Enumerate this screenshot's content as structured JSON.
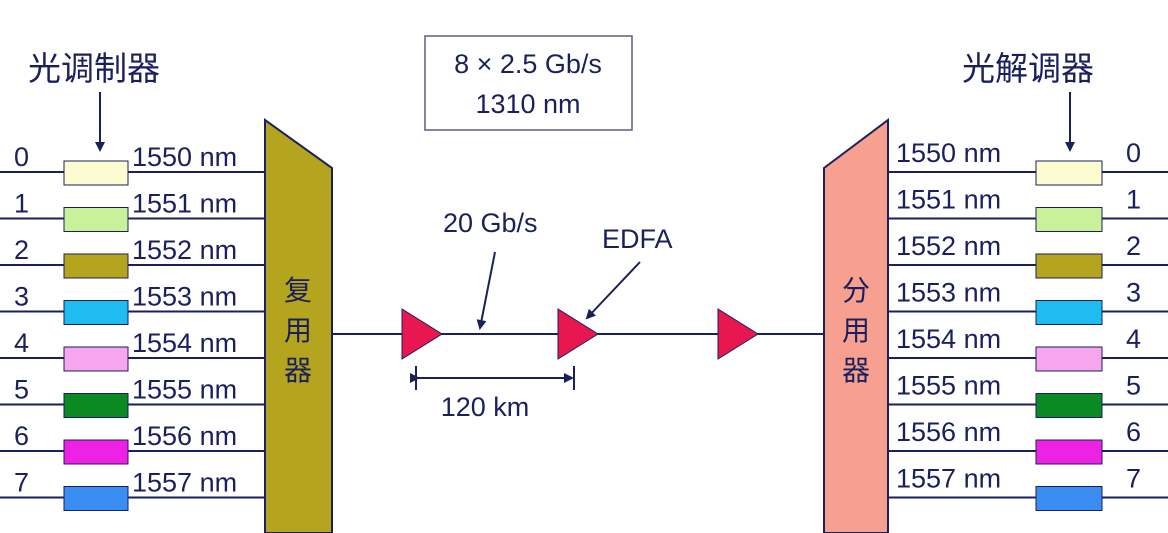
{
  "left": {
    "title": "光调制器",
    "mux_label": [
      "复",
      "用",
      "器"
    ],
    "channels": [
      {
        "index": "0",
        "wavelength": "1550 nm",
        "color": "#fdfbd0"
      },
      {
        "index": "1",
        "wavelength": "1551 nm",
        "color": "#c9f19a"
      },
      {
        "index": "2",
        "wavelength": "1552 nm",
        "color": "#b5a51e"
      },
      {
        "index": "3",
        "wavelength": "1553 nm",
        "color": "#1fbcf2"
      },
      {
        "index": "4",
        "wavelength": "1554 nm",
        "color": "#f7a6ee"
      },
      {
        "index": "5",
        "wavelength": "1555 nm",
        "color": "#0a8a22"
      },
      {
        "index": "6",
        "wavelength": "1556 nm",
        "color": "#ee22e4"
      },
      {
        "index": "7",
        "wavelength": "1557 nm",
        "color": "#3a8ef2"
      }
    ]
  },
  "right": {
    "title": "光解调器",
    "demux_label": [
      "分",
      "用",
      "器"
    ],
    "channels": [
      {
        "index": "0",
        "wavelength": "1550 nm",
        "color": "#fdfbd0"
      },
      {
        "index": "1",
        "wavelength": "1551 nm",
        "color": "#c9f19a"
      },
      {
        "index": "2",
        "wavelength": "1552 nm",
        "color": "#b5a51e"
      },
      {
        "index": "3",
        "wavelength": "1553 nm",
        "color": "#1fbcf2"
      },
      {
        "index": "4",
        "wavelength": "1554 nm",
        "color": "#f7a6ee"
      },
      {
        "index": "5",
        "wavelength": "1555 nm",
        "color": "#0a8a22"
      },
      {
        "index": "6",
        "wavelength": "1556 nm",
        "color": "#ee22e4"
      },
      {
        "index": "7",
        "wavelength": "1557 nm",
        "color": "#3a8ef2"
      }
    ]
  },
  "info_box": {
    "line1": "8 × 2.5 Gb/s",
    "line2": "1310 nm"
  },
  "link": {
    "rate_label": "20 Gb/s",
    "amplifier_label": "EDFA",
    "span_label": "120 km"
  },
  "colors": {
    "text": "#1a1f5e",
    "mux_fill": "#b5a51e",
    "demux_fill": "#f7a090",
    "amplifier": "#e8174f",
    "line": "#1a1f5e"
  }
}
